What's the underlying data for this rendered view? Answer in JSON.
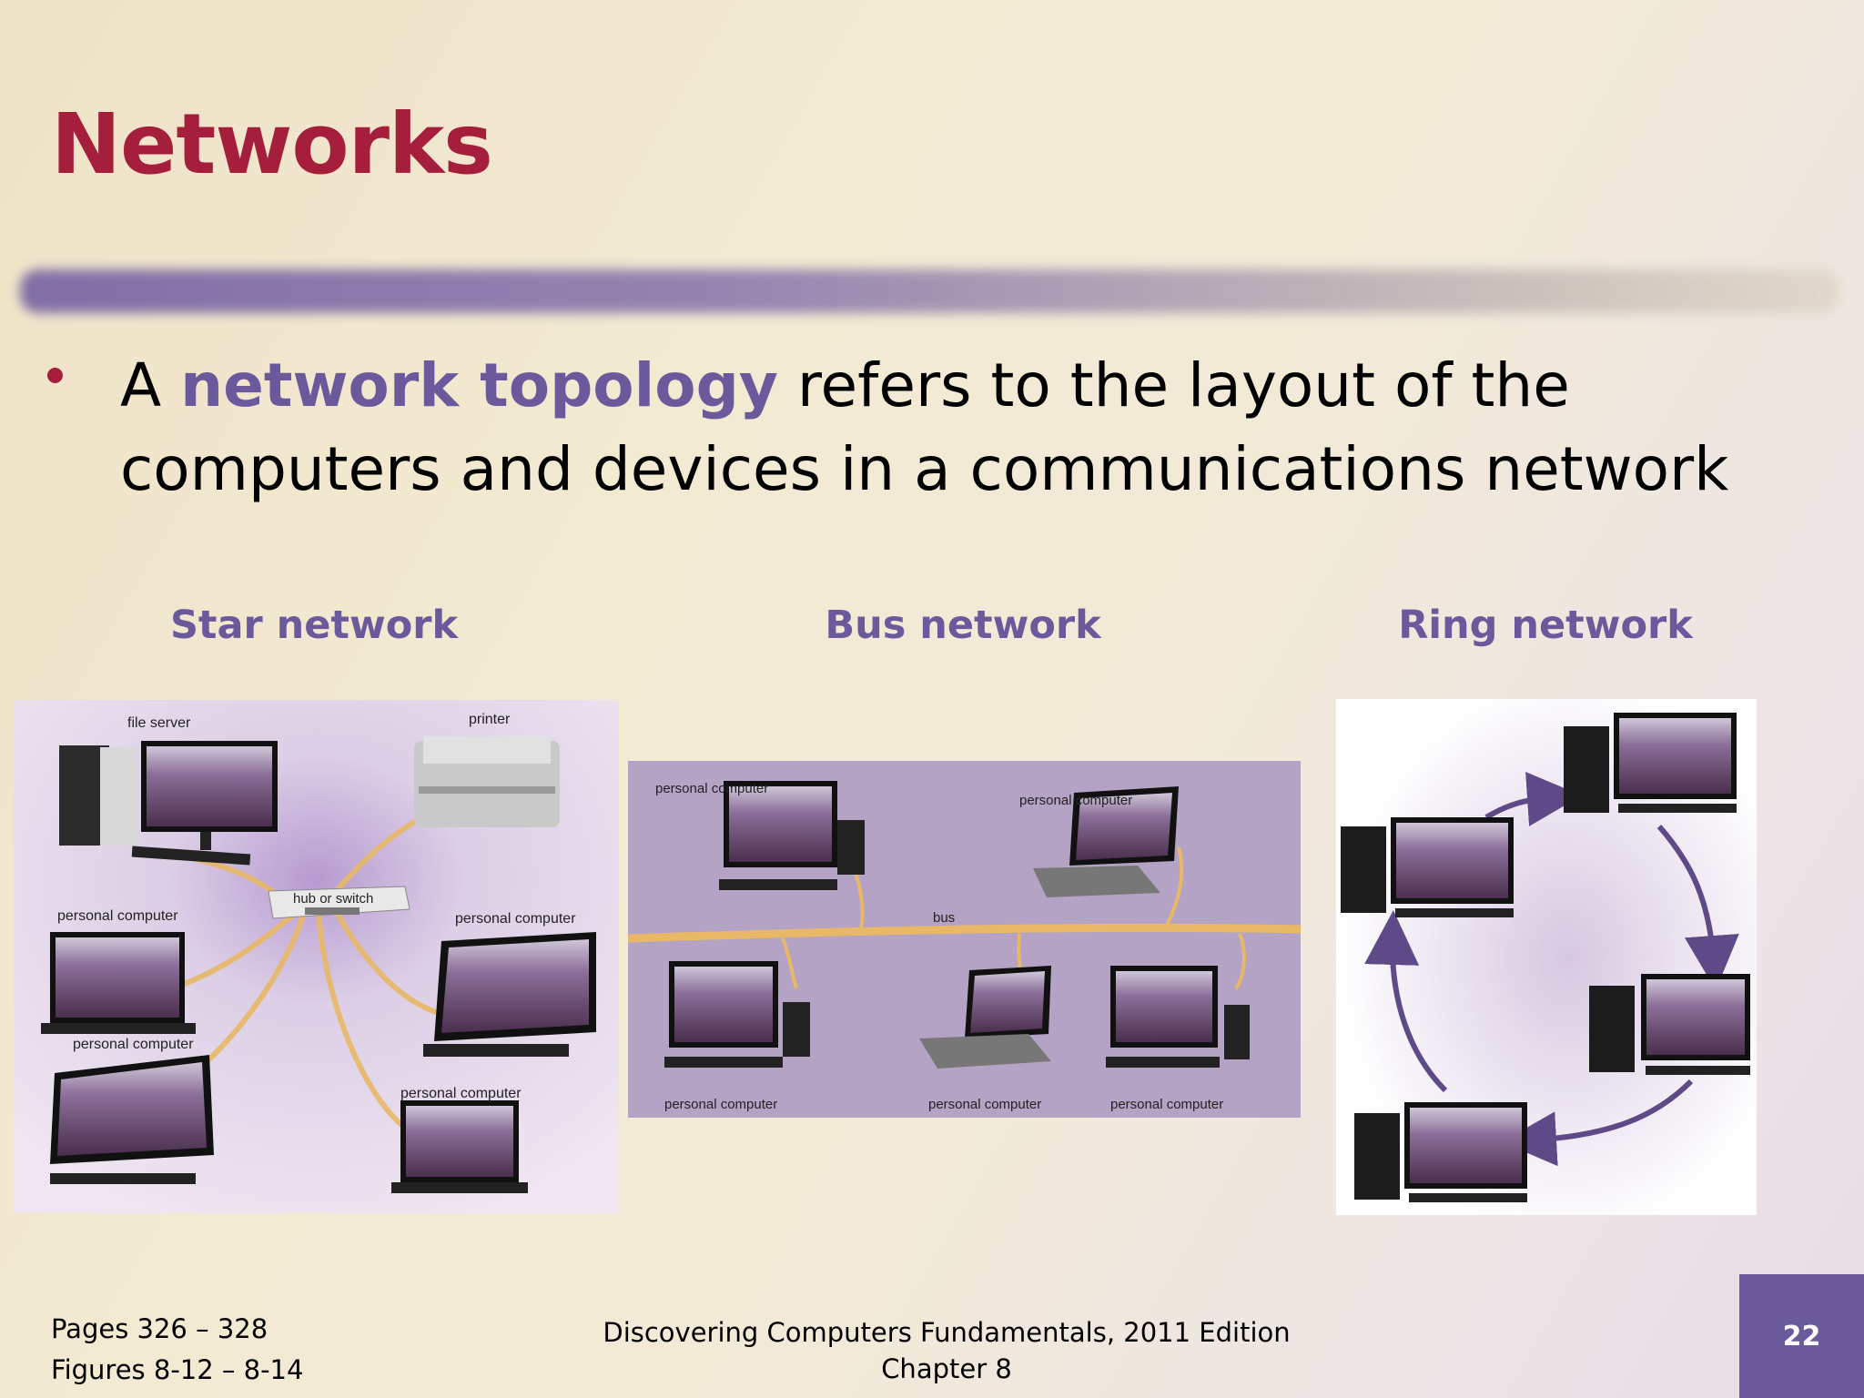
{
  "slide": {
    "title": "Networks",
    "bullet": {
      "prefix": "A ",
      "emphasis": "network topology",
      "suffix": " refers to the layout of the computers and devices in a communications network"
    },
    "captions": {
      "star": "Star network",
      "bus": "Bus network",
      "ring": "Ring network"
    },
    "star_labels": {
      "file_server": "file server",
      "printer": "printer",
      "hub": "hub or switch",
      "pc_left_top": "personal computer",
      "pc_right_mid": "personal computer",
      "pc_left_bottom": "personal computer",
      "pc_bottom_right": "personal computer"
    },
    "bus_labels": {
      "pc_top_left": "personal computer",
      "pc_top_right": "personal computer",
      "bus": "bus",
      "pc_bottom_left": "personal computer",
      "pc_bottom_mid": "personal computer",
      "pc_bottom_right": "personal computer"
    },
    "footer": {
      "pages": "Pages 326 – 328",
      "figures": "Figures 8-12 – 8-14",
      "book_line1": "Discovering Computers Fundamentals, 2011 Edition",
      "book_line2": "Chapter 8",
      "page_number": "22"
    },
    "colors": {
      "title": "#a51f3c",
      "accent": "#6a5a9c",
      "cable": "#e8b867"
    }
  }
}
